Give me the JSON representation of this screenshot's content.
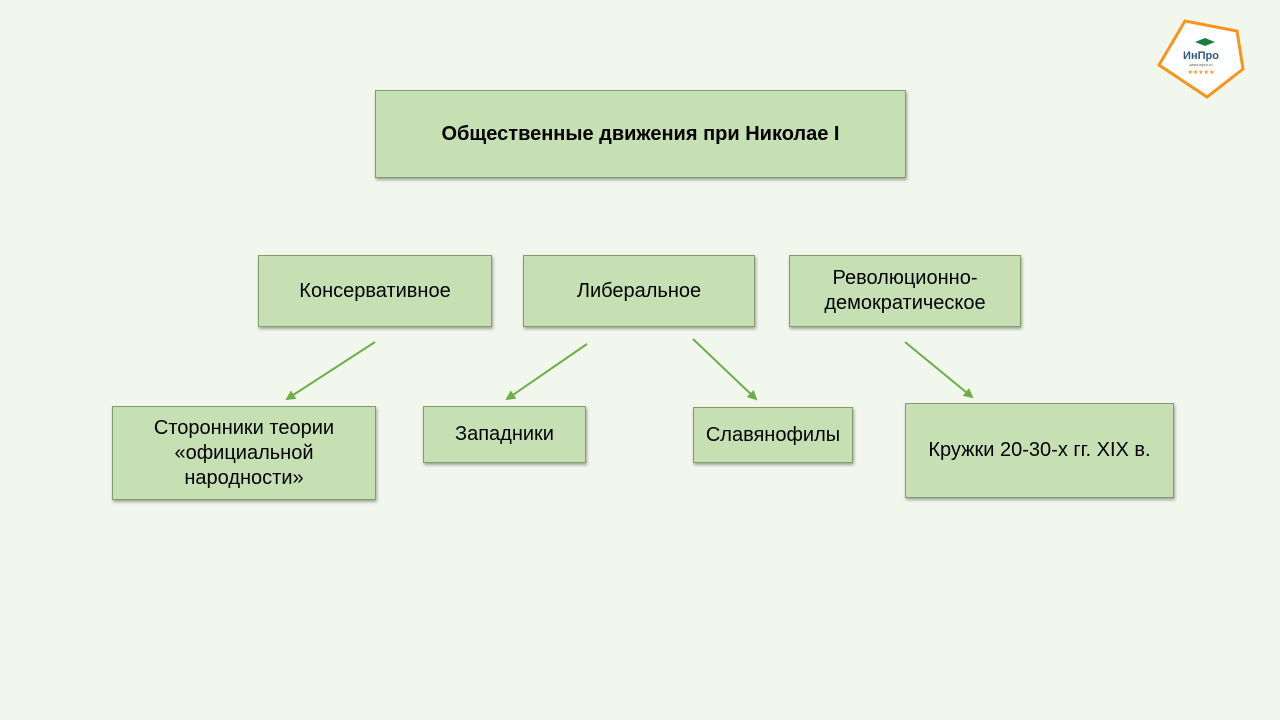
{
  "title": "Общественные движения при Николае I",
  "categories": [
    {
      "label": "Консервативное"
    },
    {
      "label": "Либеральное"
    },
    {
      "label": "Революционно-демократическое"
    }
  ],
  "leaves": [
    {
      "label": "Сторонники теории «официальной народности»"
    },
    {
      "label": "Западники"
    },
    {
      "label": "Славянофилы"
    },
    {
      "label": "Кружки 20-30-х гг. XIX в."
    }
  ],
  "logo": {
    "name": "ИнПро",
    "url": "www.inpro.ru",
    "brand_color": "#f7941d",
    "accent_color": "#1a7f3c"
  },
  "colors": {
    "box_fill": "#c6e0b4",
    "arrow": "#70ad47",
    "background": "#f2f7ee"
  }
}
